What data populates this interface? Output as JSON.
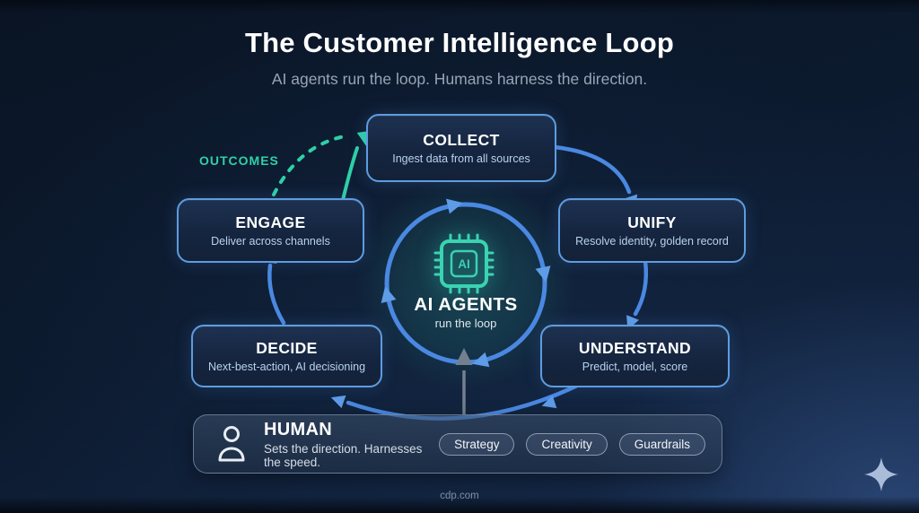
{
  "header": {
    "title": "The Customer Intelligence Loop",
    "subtitle": "AI agents run the loop. Humans harness the direction."
  },
  "outcomes": {
    "label": "OUTCOMES"
  },
  "nodes": [
    {
      "label": "COLLECT",
      "description": "Ingest data from all sources"
    },
    {
      "label": "UNIFY",
      "description": "Resolve identity, golden record"
    },
    {
      "label": "UNDERSTAND",
      "description": "Predict, model, score"
    },
    {
      "label": "DECIDE",
      "description": "Next-best-action, AI decisioning"
    },
    {
      "label": "ENGAGE",
      "description": "Deliver across channels"
    }
  ],
  "center": {
    "icon": "ai-chip-icon",
    "chip_text": "AI",
    "label": "AI AGENTS",
    "sublabel": "run the loop"
  },
  "human": {
    "icon": "person-icon",
    "label": "HUMAN",
    "description": "Sets the direction. Harnesses the speed.",
    "badges": [
      "Strategy",
      "Creativity",
      "Guardrails"
    ]
  },
  "footer": {
    "site": "cdp.com"
  },
  "brand_mark": {
    "icon": "sparkle-icon"
  },
  "colors": {
    "accent_blue": "#4a88e2",
    "accent_teal": "#2fcfa8",
    "box_border": "#5e9ce0",
    "background": "#0d1a2e",
    "gray_arrow": "#72808f"
  }
}
